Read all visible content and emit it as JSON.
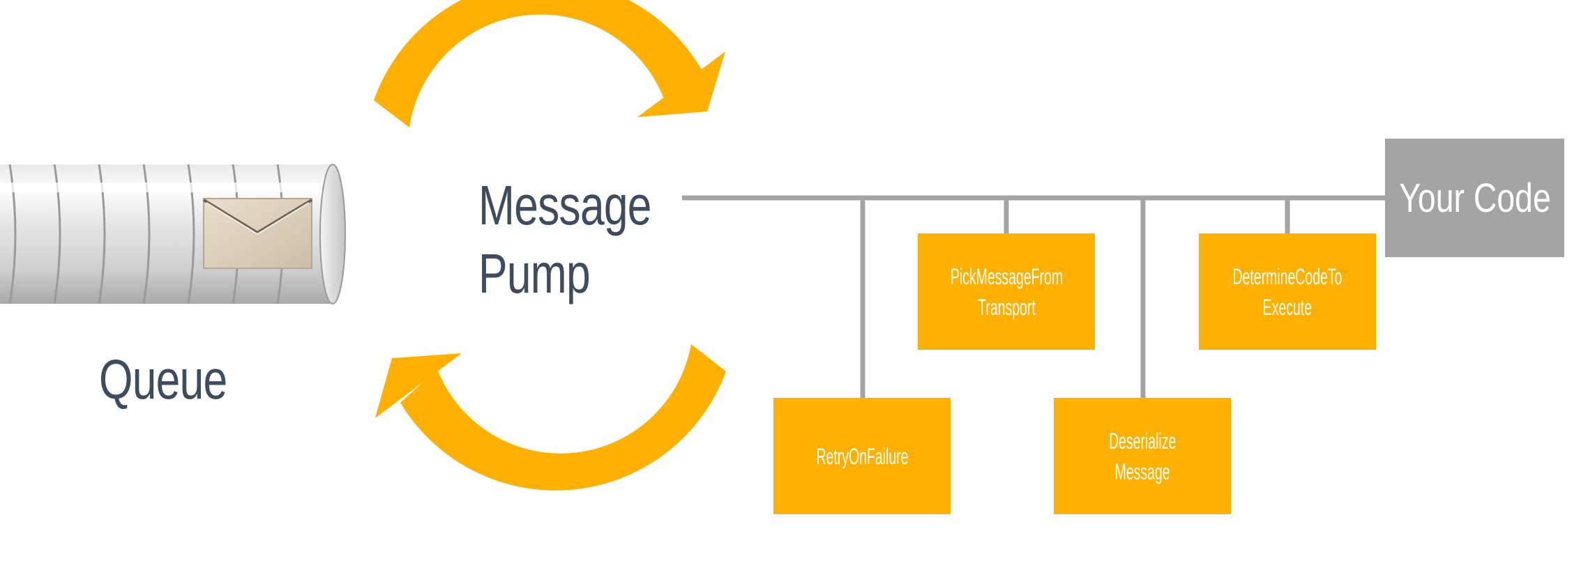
{
  "queue": {
    "label": "Queue",
    "envelope_icon": "envelope-icon"
  },
  "pump": {
    "line1": "Message",
    "line2": "Pump"
  },
  "target": {
    "label": "Your Code"
  },
  "steps": [
    {
      "line1": "PickMessageFrom",
      "line2": "Transport"
    },
    {
      "line1": "DetermineCodeTo",
      "line2": "Execute"
    },
    {
      "line1": "RetryOnFailure",
      "line2": ""
    },
    {
      "line1": "Deserialize",
      "line2": "Message"
    }
  ],
  "colors": {
    "accent": "#ffb000",
    "connector": "#a4a4a4",
    "text": "#3f4b5e",
    "box_text": "#ffffff"
  }
}
